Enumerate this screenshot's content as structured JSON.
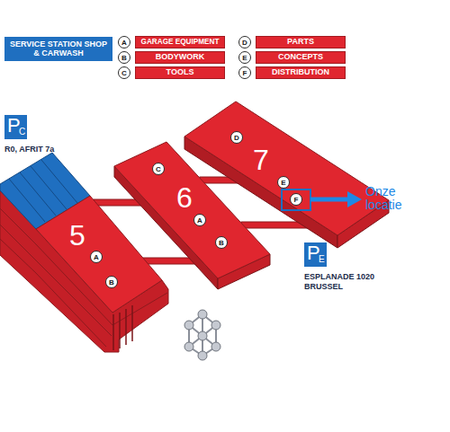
{
  "diagram": {
    "nodes": [
      {
        "text": [
          "SERVICE STATION SHOP & CARWASH"
        ]
      },
      {
        "text": [
          "A"
        ]
      },
      {
        "text": [
          "GARAGE EQUIPMENT"
        ]
      },
      {
        "text": [
          "D"
        ]
      },
      {
        "text": [
          "PARTS"
        ]
      },
      {
        "text": [
          "B"
        ]
      },
      {
        "text": [
          "BODYWORK"
        ]
      },
      {
        "text": [
          "E"
        ]
      },
      {
        "text": [
          "CONCEPTS"
        ]
      },
      {
        "text": [
          "C"
        ]
      },
      {
        "text": [
          "TOOLS"
        ]
      },
      {
        "text": [
          "F"
        ]
      },
      {
        "text": [
          "DISTRIBUTION"
        ]
      },
      {
        "text": [
          "P",
          "C",
          "R0, AFRIT 7a"
        ]
      },
      {
        "text": [
          "7"
        ]
      },
      {
        "text": [
          "D"
        ],
        "in": 14
      },
      {
        "text": [
          "E"
        ],
        "in": 14
      },
      {
        "text": [
          "F"
        ],
        "in": 14
      },
      {
        "text": [
          "6"
        ]
      },
      {
        "text": [
          "C"
        ],
        "in": 18
      },
      {
        "text": [
          "A"
        ],
        "in": 18
      },
      {
        "text": [
          "B"
        ],
        "in": 18
      },
      {
        "text": [
          "5"
        ]
      },
      {
        "text": [
          "A"
        ],
        "in": 22
      },
      {
        "text": [
          "B"
        ],
        "in": 22
      },
      {
        "text": [
          "P",
          "E",
          "ESPLANADE 1020 BRUSSEL"
        ]
      }
    ],
    "labels": [
      "Onze locatie"
    ]
  }
}
